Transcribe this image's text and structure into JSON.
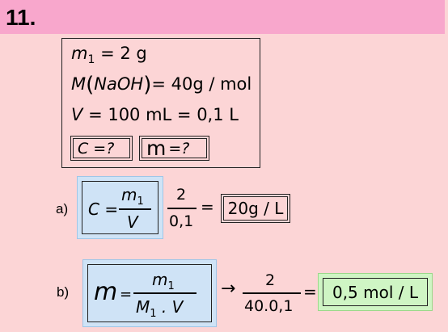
{
  "header": {
    "number": "11."
  },
  "given": {
    "m1_label": "m",
    "m1_sub": "1",
    "m1_value": "= 2 g",
    "molar_M": "M",
    "molar_substance": "NaOH",
    "molar_value": "= 40g / mol",
    "volume_label": "V",
    "volume_value": "= 100 mL = 0,1 L",
    "unknown_c": "C =?",
    "unknown_m_symbol": "m",
    "unknown_m_rest": "=?"
  },
  "part_a": {
    "label": "a)",
    "lhs": "C =",
    "num": "m",
    "num_sub": "1",
    "den": "V",
    "sub_num": "2",
    "sub_den": "0,1",
    "equals": "=",
    "result": "20g / L"
  },
  "part_b": {
    "label": "b)",
    "lhs_symbol": "m",
    "lhs_eq": "=",
    "num": "m",
    "num_sub": "1",
    "den_m": "M",
    "den_sub": "1",
    "den_rest": ". V",
    "arrow": "→",
    "sub_num": "2",
    "sub_den": "40.0,1",
    "equals": "=",
    "result": "0,5 mol / L"
  }
}
